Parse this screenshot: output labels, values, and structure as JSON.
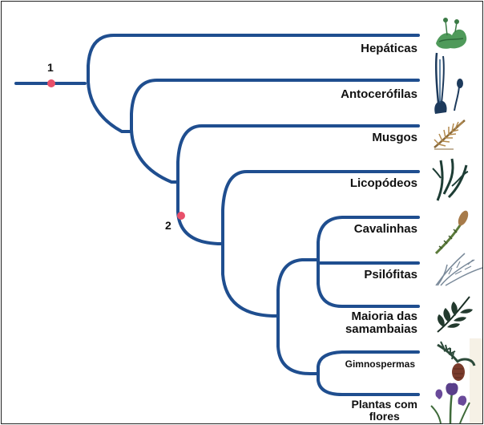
{
  "taxa": [
    {
      "id": "hepaticas",
      "label": "Hepáticas",
      "illustration": "liverwort-icon"
    },
    {
      "id": "antocerofilas",
      "label": "Antocerófilas",
      "illustration": "hornwort-icon"
    },
    {
      "id": "musgos",
      "label": "Musgos",
      "illustration": "moss-icon"
    },
    {
      "id": "licopodeos",
      "label": "Licopódeos",
      "illustration": "clubmoss-icon"
    },
    {
      "id": "cavalinhas",
      "label": "Cavalinhas",
      "illustration": "horsetail-icon"
    },
    {
      "id": "psilofitas",
      "label": "Psilófitas",
      "illustration": "whisk-fern-icon"
    },
    {
      "id": "samambaias",
      "label": "Maioria das samambaias",
      "label_lines": [
        "Maioria das",
        "samambaias"
      ],
      "illustration": "fern-icon"
    },
    {
      "id": "gimnospermas",
      "label": "Gimnospermas",
      "illustration": "conifer-icon"
    },
    {
      "id": "angiospermas",
      "label": "Plantas com flores",
      "label_lines": [
        "Plantas com",
        "flores"
      ],
      "illustration": "flower-icon"
    }
  ],
  "nodes": [
    {
      "number": "1"
    },
    {
      "number": "2"
    }
  ],
  "colors": {
    "branch": "#1f4e8f",
    "node_marker": "#e8506a",
    "frame": "#222222"
  }
}
